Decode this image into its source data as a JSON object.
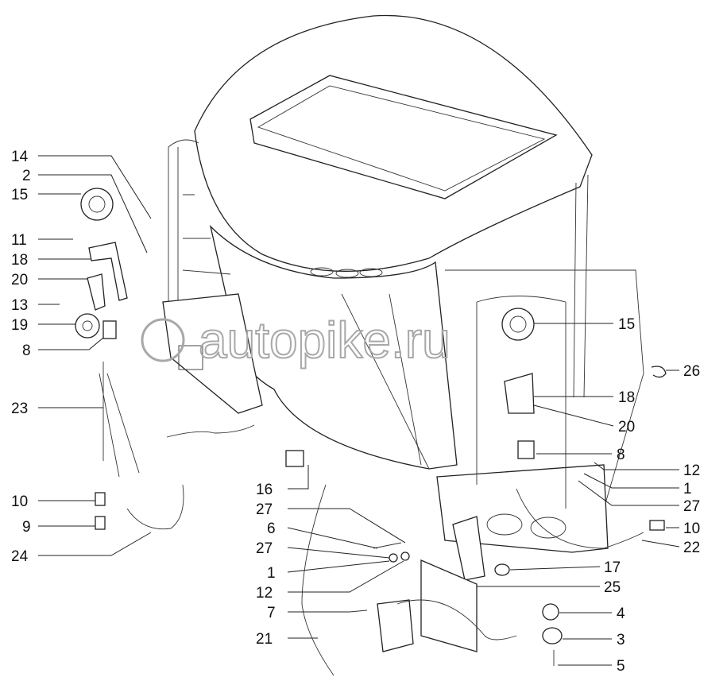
{
  "watermark": "autopike.ru",
  "callouts": {
    "left": [
      "14",
      "2",
      "15",
      "11",
      "18",
      "20",
      "13",
      "19",
      "8",
      "23",
      "10",
      "9",
      "24"
    ],
    "right": [
      "15",
      "26",
      "18",
      "20",
      "8",
      "12",
      "1",
      "27",
      "10",
      "22",
      "17",
      "25",
      "4",
      "3",
      "5"
    ],
    "middle": [
      "16",
      "27",
      "6",
      "27",
      "1",
      "12",
      "7",
      "21"
    ]
  }
}
